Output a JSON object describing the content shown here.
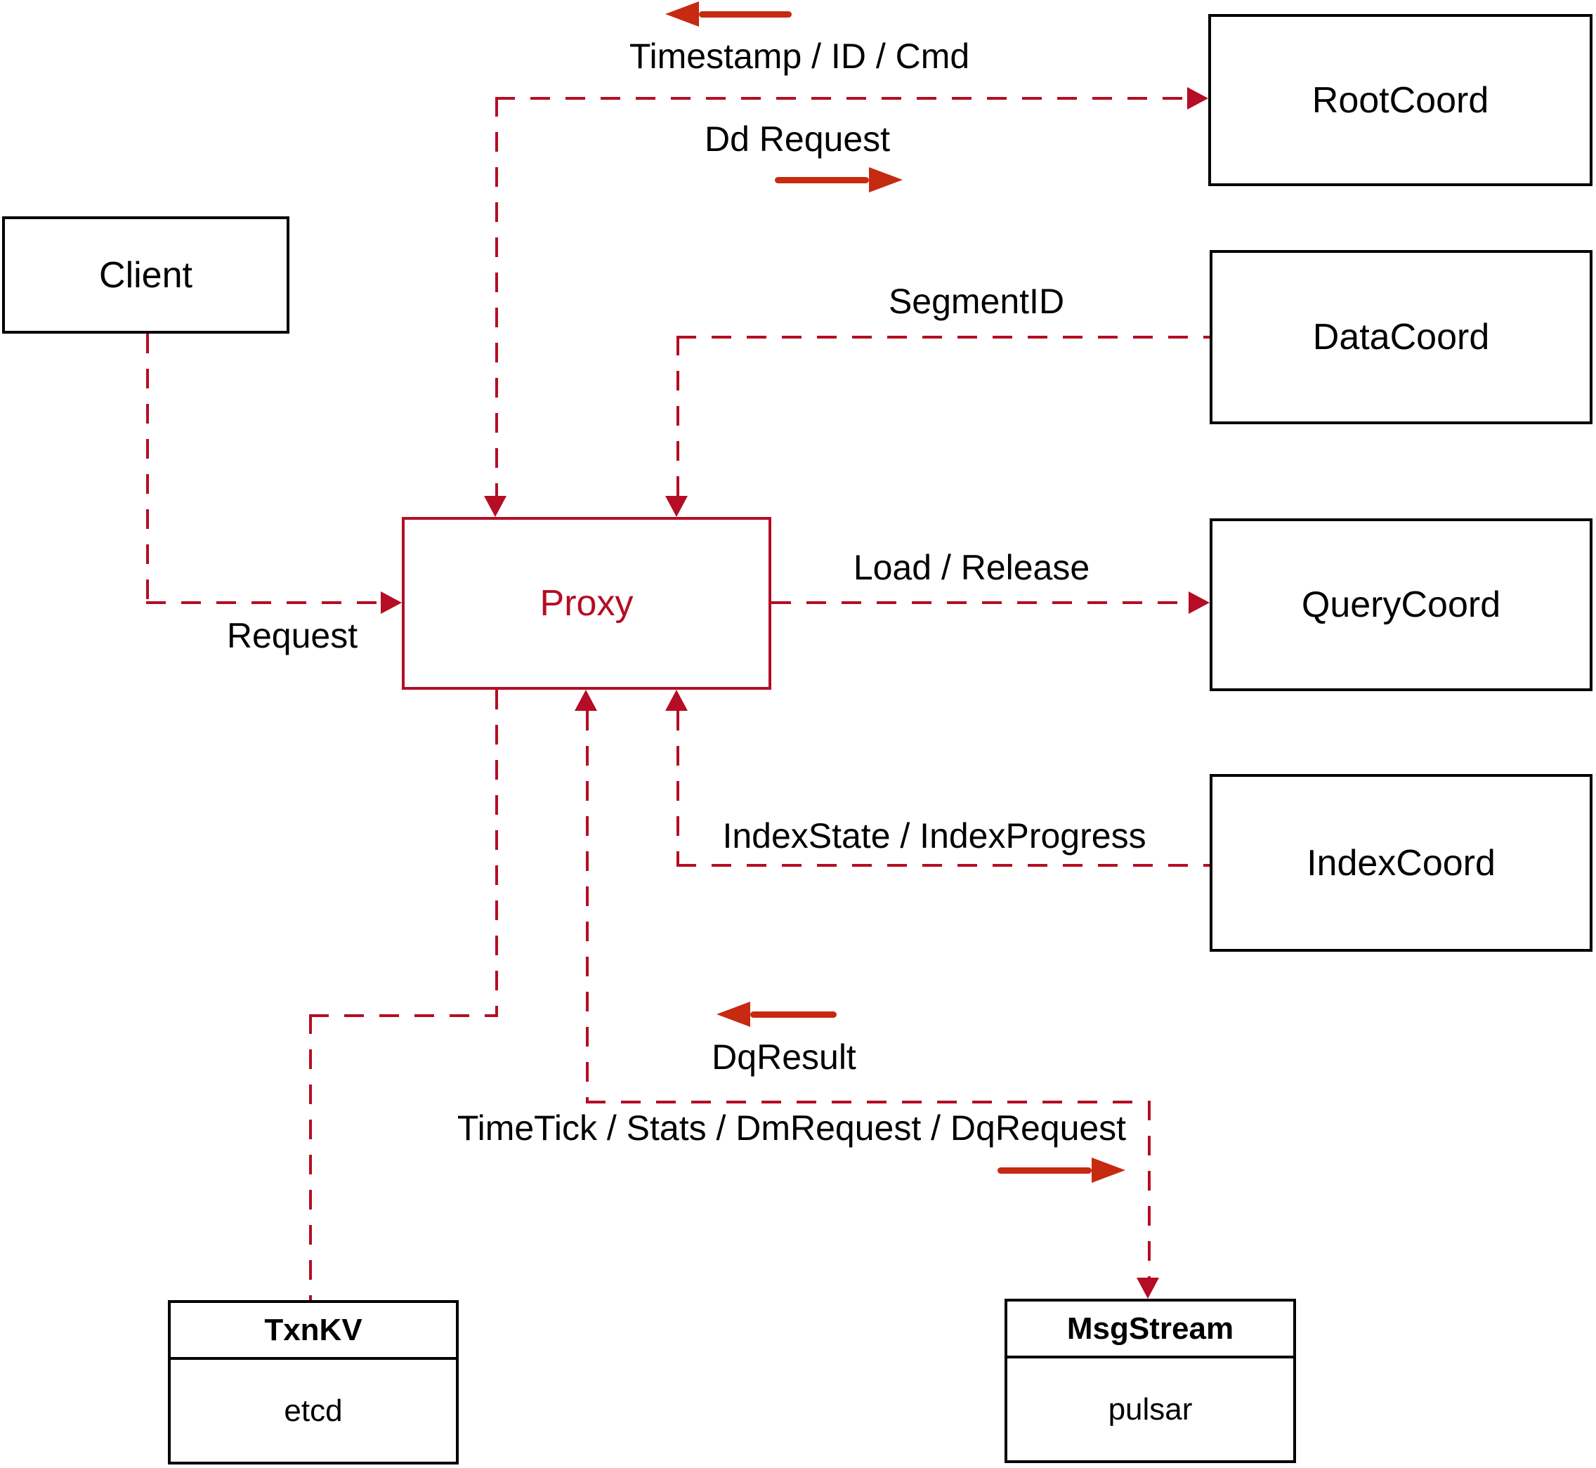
{
  "diagram": {
    "nodes": {
      "client": {
        "label": "Client"
      },
      "root_coord": {
        "label": "RootCoord"
      },
      "data_coord": {
        "label": "DataCoord"
      },
      "query_coord": {
        "label": "QueryCoord"
      },
      "index_coord": {
        "label": "IndexCoord"
      },
      "proxy": {
        "label": "Proxy"
      },
      "txn_kv": {
        "title": "TxnKV",
        "impl": "etcd"
      },
      "msg_stream": {
        "title": "MsgStream",
        "impl": "pulsar"
      }
    },
    "edge_labels": {
      "timestamp_id_cmd": "Timestamp / ID / Cmd",
      "dd_request": "Dd Request",
      "segment_id": "SegmentID",
      "request": "Request",
      "load_release": "Load / Release",
      "index_state": "IndexState / IndexProgress",
      "dq_result": "DqResult",
      "timetick_stats": "TimeTick / Stats / DmRequest / DqRequest"
    },
    "colors": {
      "edge": "#b50d24",
      "arrow": "#c62a10",
      "node_border": "#000000",
      "text": "#000000",
      "background": "#ffffff"
    }
  }
}
